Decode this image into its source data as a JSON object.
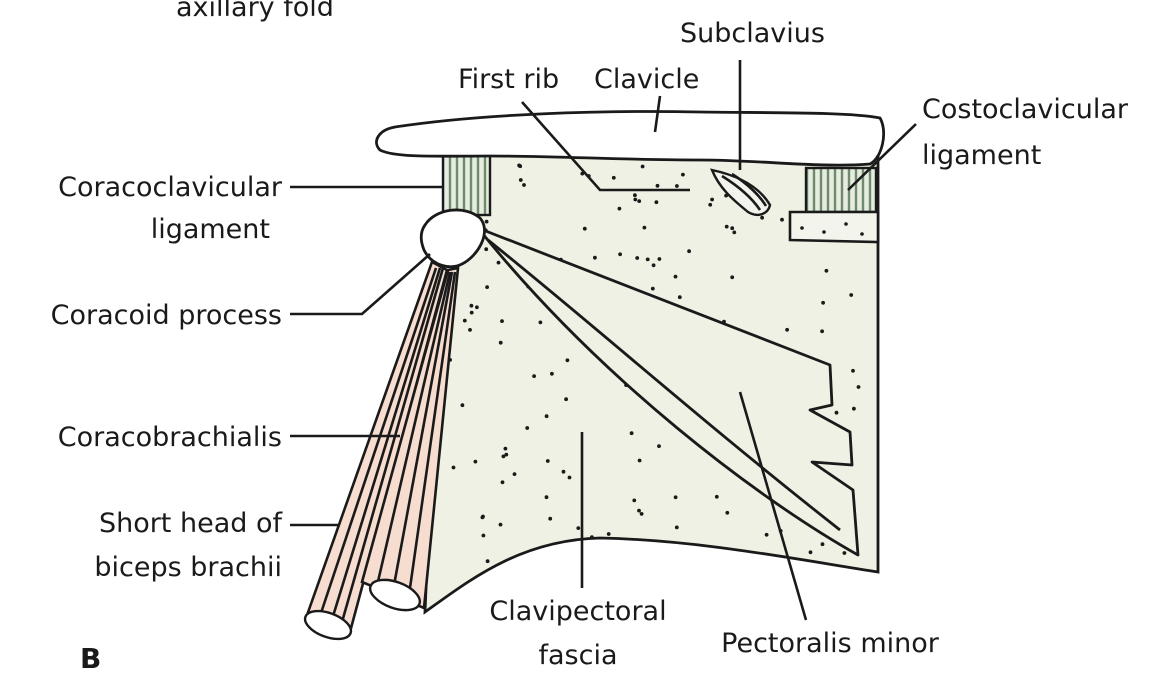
{
  "figure": {
    "panel_letter": "B",
    "colors": {
      "fascia": "#eef1e4",
      "ligament": "#8fa58c",
      "muscle": "#f7ddd0",
      "bone": "#ffffff",
      "line": "#1a1a1a"
    },
    "labels": {
      "top_cut": "axillary fold",
      "subclavius": "Subclavius",
      "first_rib": "First rib",
      "clavicle": "Clavicle",
      "costoclavicular_1": "Costoclavicular",
      "costoclavicular_2": "ligament",
      "coracoclavicular_1": "Coracoclavicular",
      "coracoclavicular_2": "ligament",
      "coracoid": "Coracoid process",
      "coracobrachialis": "Coracobrachialis",
      "short_head_1": "Short head of",
      "short_head_2": "biceps brachii",
      "clavipectoral_1": "Clavipectoral",
      "clavipectoral_2": "fascia",
      "pectoralis_minor": "Pectoralis minor"
    }
  }
}
